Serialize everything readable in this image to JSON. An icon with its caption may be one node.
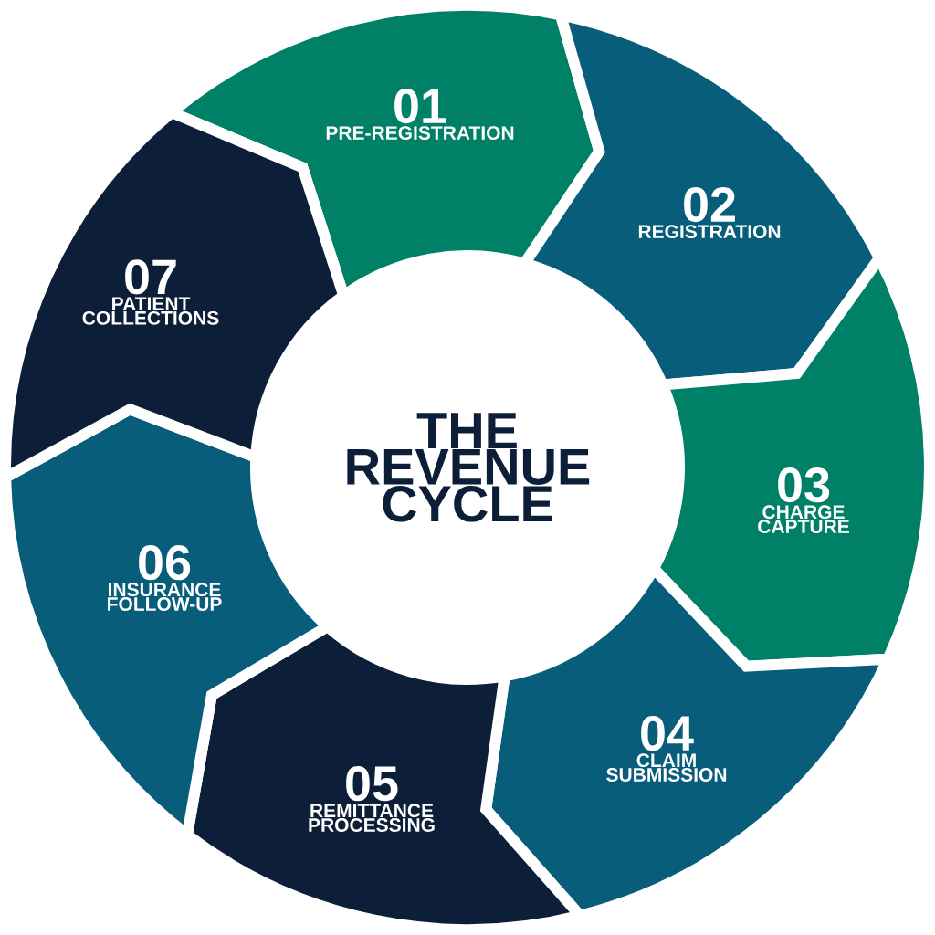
{
  "diagram": {
    "nodes": [
      {
        "text": [
          "THE REVENUE CYCLE"
        ]
      },
      {
        "text": [
          "01",
          "PRE-REGISTRATION"
        ]
      },
      {
        "text": [
          "02",
          "REGISTRATION"
        ]
      },
      {
        "text": [
          "03",
          "CHARGE CAPTURE"
        ]
      },
      {
        "text": [
          "04",
          "CLAIM SUBMISSION"
        ]
      },
      {
        "text": [
          "05",
          "REMITTANCE PROCESSING"
        ]
      },
      {
        "text": [
          "06",
          "INSURANCE FOLLOW-UP"
        ]
      },
      {
        "text": [
          "07",
          "PATIENT COLLECTIONS"
        ]
      }
    ]
  }
}
